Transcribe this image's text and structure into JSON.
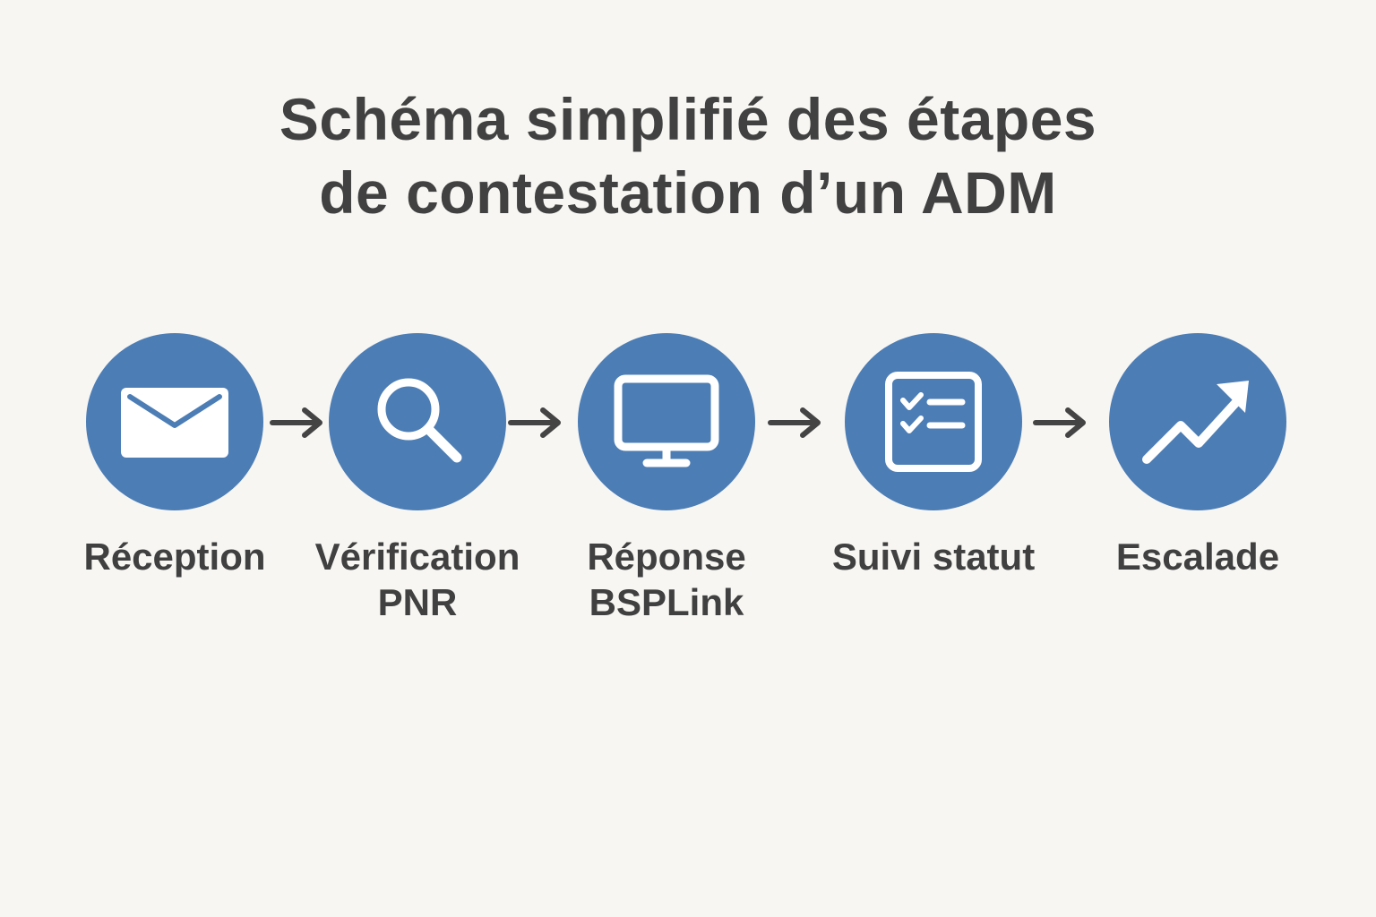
{
  "title": {
    "line1": "Schéma simplifié des étapes",
    "line2": "de contestation d’un ADM"
  },
  "steps": [
    {
      "label_line1": "Réception",
      "label_line2": "",
      "icon": "envelope-icon"
    },
    {
      "label_line1": "Vérification",
      "label_line2": "PNR",
      "icon": "magnifier-icon"
    },
    {
      "label_line1": "Réponse",
      "label_line2": "BSPLink",
      "icon": "monitor-icon"
    },
    {
      "label_line1": "Suivi statut",
      "label_line2": "",
      "icon": "checklist-icon"
    },
    {
      "label_line1": "Escalade",
      "label_line2": "",
      "icon": "trend-up-arrow-icon"
    }
  ],
  "colors": {
    "background": "#f7f6f3",
    "circle": "#4c7db5",
    "text": "#414141",
    "arrow": "#444444",
    "icon": "#ffffff"
  }
}
